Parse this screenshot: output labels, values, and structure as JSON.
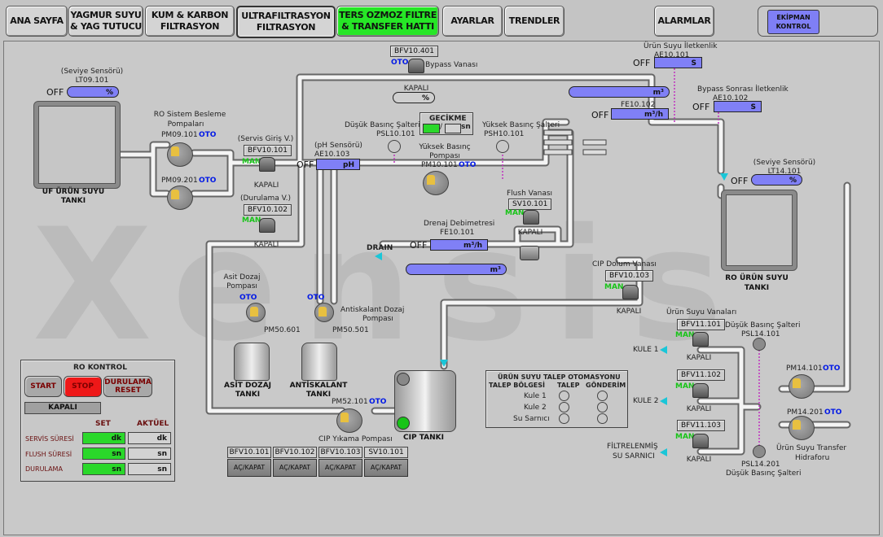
{
  "nav": {
    "tabs": [
      {
        "label": "ANA SAYFA"
      },
      {
        "label": "YAGMUR SUYU & YAG TUTUCU"
      },
      {
        "label": "KUM & KARBON FILTRASYON"
      },
      {
        "label": "ULTRAFILTRASYON FILTRASYON"
      },
      {
        "label": "TERS OZMOZ FILTRE & TRANSFER HATTI"
      },
      {
        "label": "AYARLAR"
      },
      {
        "label": "TRENDLER"
      },
      {
        "label": "ALARMLAR"
      }
    ],
    "ekipman_kontrol": "EKİPMAN KONTROL",
    "active_tab_index": 4
  },
  "colors": {
    "active_tab": "#26e626",
    "meter_blue": "#8080f6",
    "man_green": "#18c418",
    "oto_blue": "#0018e6",
    "stop_red": "#ee1818",
    "arrow_cyan": "#1ac6d8"
  },
  "common": {
    "off": "OFF",
    "oto": "OTO",
    "man": "MAN",
    "kapali": "KAPALI"
  },
  "uf_tank": {
    "sensor_caption": "(Seviye Sensörü)",
    "sensor_tag": "LT09.101",
    "unit": "%",
    "name_line1": "UF ÜRÜN SUYU",
    "name_line2": "TANKI"
  },
  "feed_pumps": {
    "caption_line1": "RO Sistem Besleme",
    "caption_line2": "Pompaları",
    "pump1": "PM09.101",
    "pump2": "PM09.201"
  },
  "service_valve": {
    "caption": "(Servis Giriş V.)",
    "tag": "BFV10.101"
  },
  "rinse_valve": {
    "caption": "(Durulama V.)",
    "tag": "BFV10.102"
  },
  "ph_sensor": {
    "caption": "(pH Sensörü)",
    "tag": "AE10.103",
    "unit": "pH"
  },
  "bypass_valve": {
    "tag": "BFV10.401",
    "caption": "Bypass Vanası",
    "unit": "%"
  },
  "psl_10": {
    "caption": "Düşük Basınç Şalteri",
    "tag": "PSL10.101"
  },
  "psh_10": {
    "caption": "Yüksek Basınç Şalteri",
    "tag": "PSH10.101"
  },
  "delay": {
    "title": "GECİKME",
    "unit": "sn"
  },
  "hp_pump": {
    "caption_line1": "Yüksek Basınç",
    "caption_line2": "Pompası",
    "tag": "PM10.101"
  },
  "product_cond": {
    "caption": "Ürün Suyu İletkenlik",
    "tag": "AE10.101",
    "unit": "S"
  },
  "bypass_cond": {
    "caption": "Bypass Sonrası İletkenlik",
    "tag": "AE10.102",
    "unit": "S"
  },
  "product_flow": {
    "tag": "FE10.102",
    "unit": "m³/h",
    "total_unit": "m³"
  },
  "ro_tank": {
    "sensor_caption": "(Seviye Sensörü)",
    "sensor_tag": "LT14.101",
    "unit": "%",
    "name_line1": "RO ÜRÜN SUYU",
    "name_line2": "TANKI"
  },
  "flush_valve": {
    "caption": "Flush Vanası",
    "tag": "SV10.101"
  },
  "drain": {
    "label": "DRAIN",
    "caption": "Drenaj Debimetresi",
    "tag": "FE10.101",
    "unit": "m³/h",
    "total_unit": "m³"
  },
  "cip_fill_valve": {
    "caption": "CIP Dolum Vanası",
    "tag": "BFV10.103"
  },
  "acid_pump": {
    "caption_line1": "Asit Dozaj",
    "caption_line2": "Pompası",
    "tag": "PM50.601",
    "tank_line1": "ASİT DOZAJ",
    "tank_line2": "TANKI"
  },
  "antiscalant_pump": {
    "caption_line1": "Antiskalant Dozaj",
    "caption_line2": "Pompası",
    "tag": "PM50.501",
    "tank_line1": "ANTİSKALANT",
    "tank_line2": "TANKI"
  },
  "cip": {
    "pump_tag": "PM52.101",
    "pump_caption": "CIP Yıkama Pompası",
    "tank": "CIP TANKI"
  },
  "ro_control": {
    "title": "RO KONTROL",
    "start": "START",
    "stop": "STOP",
    "reset": "DURULAMA RESET",
    "status": "KAPALI",
    "set_header": "SET",
    "actual_header": "AKTÜEL",
    "rows": [
      {
        "label": "SERVİS SÜRESİ",
        "set_unit": "dk",
        "actual_unit": "dk"
      },
      {
        "label": "FLUSH SÜRESİ",
        "set_unit": "sn",
        "actual_unit": "sn"
      },
      {
        "label": "DURULAMA",
        "set_unit": "sn",
        "actual_unit": "sn"
      }
    ]
  },
  "manual_cmds": [
    {
      "tag": "BFV10.101",
      "button": "AÇ/KAPAT"
    },
    {
      "tag": "BFV10.102",
      "button": "AÇ/KAPAT"
    },
    {
      "tag": "BFV10.103",
      "button": "AÇ/KAPAT"
    },
    {
      "tag": "SV10.101",
      "button": "AÇ/KAPAT"
    }
  ],
  "demand_automation": {
    "title": "ÜRÜN SUYU TALEP OTOMASYONU",
    "col_zone": "TALEP BÖLGESİ",
    "col_demand": "TALEP",
    "col_send": "GÖNDERİM",
    "rows": [
      "Kule 1",
      "Kule 2",
      "Su Sarnıcı"
    ]
  },
  "product_valves": {
    "caption": "Ürün Suyu Vanaları",
    "items": [
      {
        "tag": "BFV11.101",
        "dest": "KULE 1"
      },
      {
        "tag": "BFV11.102",
        "dest": "KULE 2"
      },
      {
        "tag": "BFV11.103",
        "dest_line1": "FİLTRELENMİŞ",
        "dest_line2": "SU SARNICI"
      }
    ]
  },
  "psl_14_1": {
    "caption": "Düşük Basınç Şalteri",
    "tag": "PSL14.101"
  },
  "psl_14_2": {
    "caption": "Düşük Basınç Şalteri",
    "tag": "PSL14.201"
  },
  "transfer_pumps": {
    "pump1": "PM14.101",
    "pump2": "PM14.201",
    "caption_line1": "Ürün Suyu Transfer",
    "caption_line2": "Hidraforu"
  }
}
